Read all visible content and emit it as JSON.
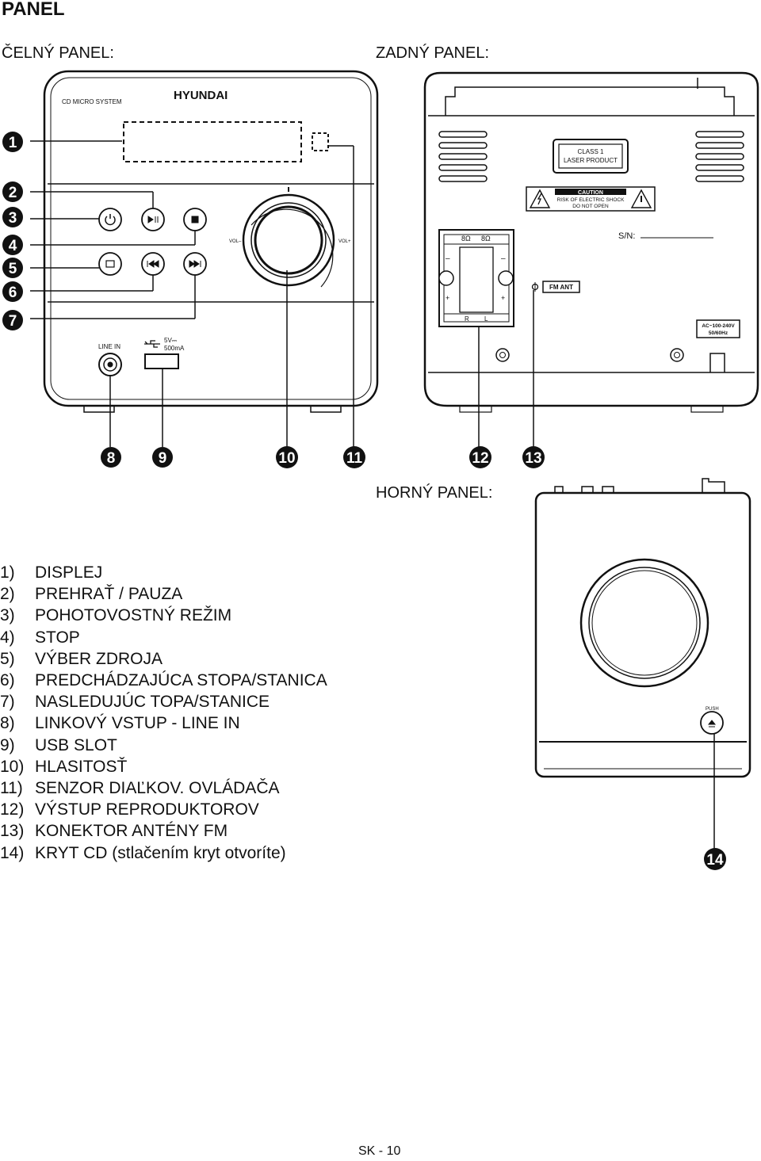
{
  "heading": "PANEL",
  "sections": {
    "front": "ČELNÝ PANEL:",
    "back": "ZADNÝ PANEL:",
    "top": "HORNÝ PANEL:"
  },
  "front_panel": {
    "brand": "HYUNDAI",
    "model_label": "CD MICRO SYSTEM",
    "line_in_label": "LINE IN",
    "usb_rating": [
      "5V⎓",
      "500mA"
    ],
    "vol_minus": "VOL–",
    "vol_plus": "VOL+"
  },
  "back_panel": {
    "laser_label": [
      "CLASS 1",
      "LASER PRODUCT"
    ],
    "caution_title": "CAUTION",
    "caution_lines": [
      "RISK OF ELECTRIC SHOCK",
      "DO NOT OPEN"
    ],
    "speaker_ohms": [
      "8Ω",
      "8Ω"
    ],
    "speaker_lr": [
      "R",
      "L"
    ],
    "sn_label": "S/N:",
    "fm_ant_label": "FM ANT",
    "ac_label": [
      "AC~100-240V",
      "50/60Hz"
    ]
  },
  "top_panel": {
    "push_label": "PUSH"
  },
  "callouts": [
    "1",
    "2",
    "3",
    "4",
    "5",
    "6",
    "7",
    "8",
    "9",
    "10",
    "11",
    "12",
    "13",
    "14"
  ],
  "legend": [
    {
      "num": "1)",
      "text": "DISPLEJ"
    },
    {
      "num": "2)",
      "text": "PREHRAŤ / PAUZA"
    },
    {
      "num": "3)",
      "text": "POHOTOVOSTNÝ REŽIM"
    },
    {
      "num": "4)",
      "text": "STOP"
    },
    {
      "num": "5)",
      "text": "VÝBER ZDROJA"
    },
    {
      "num": "6)",
      "text": "PREDCHÁDZAJÚCA STOPA/STANICA"
    },
    {
      "num": "7)",
      "text": "NASLEDUJÚC TOPA/STANICE"
    },
    {
      "num": "8)",
      "text": "LINKOVÝ VSTUP - LINE IN"
    },
    {
      "num": "9)",
      "text": "USB SLOT"
    },
    {
      "num": "10)",
      "text": "HLASITOSŤ"
    },
    {
      "num": "11)",
      "text": "SENZOR DIAĽKOV. OVLÁDAČA"
    },
    {
      "num": "12)",
      "text": "VÝSTUP REPRODUKTOROV"
    },
    {
      "num": "13)",
      "text": "KONEKTOR ANTÉNY FM"
    },
    {
      "num": "14)",
      "text": "KRYT CD (stlačením kryt otvoríte)"
    }
  ],
  "footer": "SK - 10"
}
